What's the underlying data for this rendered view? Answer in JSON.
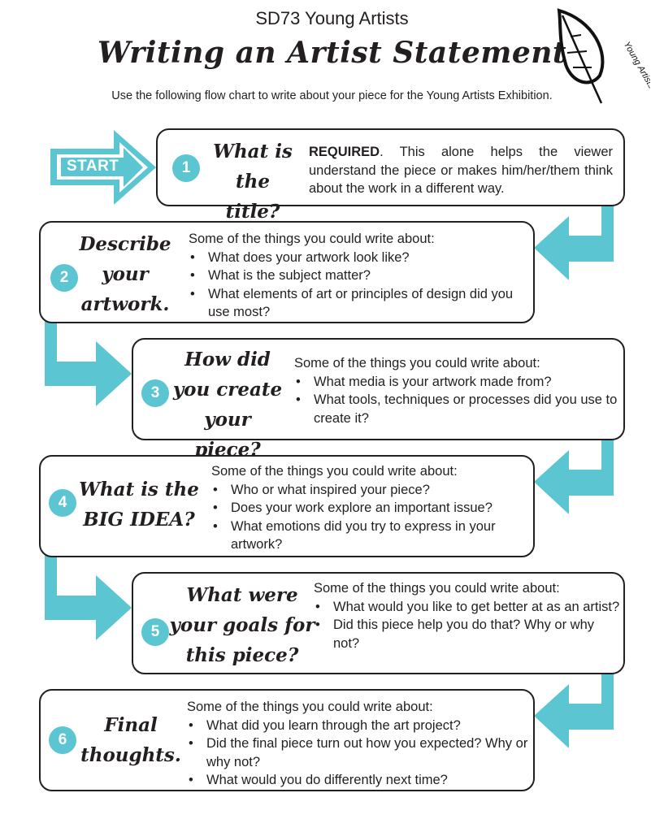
{
  "header": {
    "org": "SD73 Young Artists",
    "title": "Writing an Artist Statement",
    "intro": "Use the following flow chart to write about your piece for the Young Artists Exhibition.",
    "logo_text": "Young Artists"
  },
  "start_label": "START",
  "colors": {
    "accent": "#5bc5d1",
    "ink": "#231f20"
  },
  "steps": [
    {
      "num": "1",
      "question": [
        "What is",
        "the title?"
      ],
      "required": "REQUIRED",
      "text": ". This alone helps the viewer understand the  piece or makes him/her/them think about the work in a different way."
    },
    {
      "num": "2",
      "question": [
        "Describe",
        "your",
        "artwork."
      ],
      "intro": "Some of the things you could write about:",
      "bullets": [
        "What does your artwork look like?",
        "What is the subject matter?",
        "What elements of art or principles of design did you use most?"
      ]
    },
    {
      "num": "3",
      "question": [
        "How did",
        "you create",
        "your piece?"
      ],
      "intro": "Some of the things you could write about:",
      "bullets": [
        "What media is your artwork made from?",
        "What tools, techniques or processes did you use to create it?"
      ]
    },
    {
      "num": "4",
      "question": [
        "What is the",
        "BIG IDEA?"
      ],
      "intro": "Some of the things you could write about:",
      "bullets": [
        "Who or what inspired your piece?",
        "Does your work explore an important issue?",
        "What emotions did you try to express in your artwork?"
      ]
    },
    {
      "num": "5",
      "question": [
        "What were",
        "your goals for",
        "this  piece?"
      ],
      "intro": "Some of the things you could write about:",
      "bullets": [
        "What would you like to get better at as an artist?",
        "Did this piece help you do that? Why or why not?"
      ]
    },
    {
      "num": "6",
      "question": [
        "Final",
        "thoughts."
      ],
      "intro": "Some of the things you could write about:",
      "bullets": [
        "What did you learn through the art project?",
        "Did the final piece turn out how you expected? Why or why not?",
        "What would you do differently next time?"
      ]
    }
  ]
}
